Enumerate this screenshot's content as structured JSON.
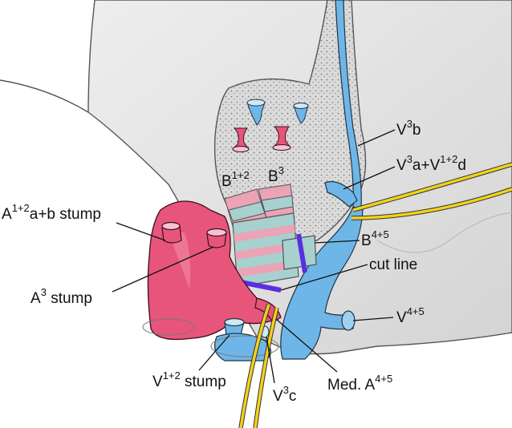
{
  "colors": {
    "background_lung": "#dcdcdc",
    "lung_light": "#e9e9e9",
    "parenchyma": "#d7d7d7",
    "artery": "#e8557a",
    "vein": "#6fb6e8",
    "bronchus": "#a7d1cf",
    "bronchus_band": "#eba3b5",
    "cut_line": "#5b2ee0",
    "vessel_loop": "#f2d21a"
  },
  "labels": {
    "v3b": {
      "base": "V",
      "sup": "3",
      "tail": "b"
    },
    "v3a_v12d": {
      "base1": "V",
      "sup1": "3",
      "mid": "a+V",
      "sup2": "1+2",
      "tail": "d"
    },
    "b12": {
      "base": "B",
      "sup": "1+2"
    },
    "b3": {
      "base": "B",
      "sup": "3"
    },
    "a12ab_stump": {
      "base": "A",
      "sup": "1+2",
      "tail": "a+b stump"
    },
    "b45": {
      "base": "B",
      "sup": "4+5"
    },
    "cut_line": "cut line",
    "a3_stump": {
      "base": "A",
      "sup": "3",
      "tail": " stump"
    },
    "v45": {
      "base": "V",
      "sup": "4+5"
    },
    "v12_stump": {
      "base": "V",
      "sup": "1+2",
      "tail": " stump"
    },
    "v3c": {
      "base": "V",
      "sup": "3",
      "tail": "c"
    },
    "med_a45": {
      "base": "Med. A",
      "sup": "4+5"
    }
  }
}
